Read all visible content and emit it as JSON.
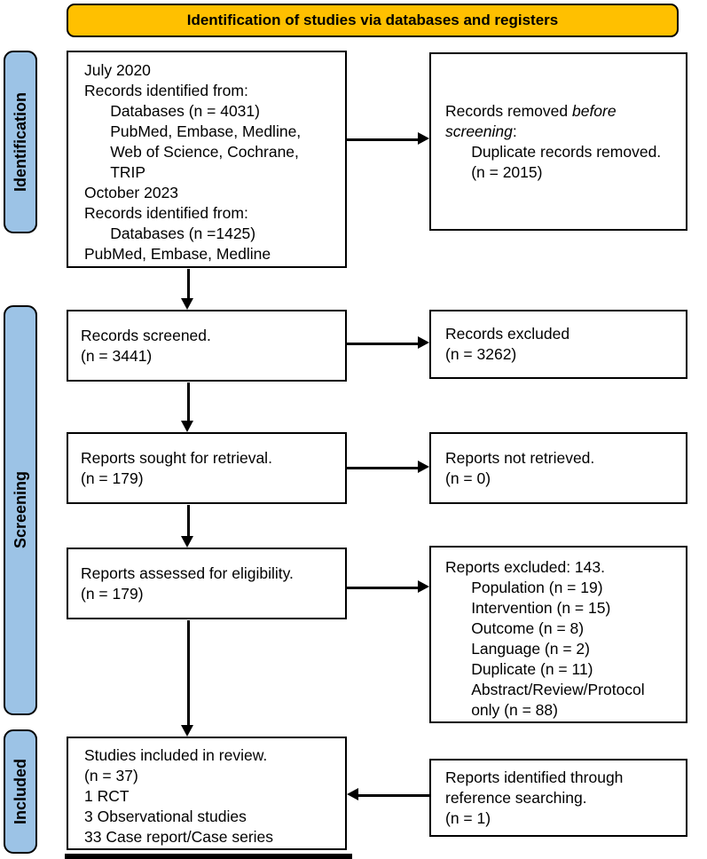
{
  "header": {
    "title": "Identification of studies via databases and registers"
  },
  "stages": {
    "identification": "Identification",
    "screening": "Screening",
    "included": "Included"
  },
  "boxes": {
    "identified": {
      "text": "July 2020\nRecords identified from:\n      Databases (n = 4031)\n      PubMed, Embase, Medline,\n      Web of Science, Cochrane,\n      TRIP\nOctober 2023\nRecords identified from:\n      Databases (n =1425)\nPubMed, Embase, Medline"
    },
    "removed": {
      "prefix": "Records removed ",
      "italic": "before screening",
      "suffix": ":",
      "detail": "      Duplicate records removed.\n      (n = 2015)"
    },
    "screened": {
      "text": "Records screened.\n(n = 3441)"
    },
    "excluded": {
      "text": "Records excluded\n(n = 3262)"
    },
    "sought": {
      "text": "Reports sought for retrieval.\n(n = 179)"
    },
    "not_retrieved": {
      "text": "Reports not retrieved.\n(n = 0)"
    },
    "assessed": {
      "text": "Reports assessed for eligibility.\n(n = 179)"
    },
    "reports_excluded": {
      "text": "Reports excluded: 143.\n      Population (n = 19)\n      Intervention (n = 15)\n      Outcome (n = 8)\n      Language (n = 2)\n      Duplicate (n = 11)\n      Abstract/Review/Protocol\n      only (n = 88)"
    },
    "included_studies": {
      "text": "Studies included in review.\n(n = 37)\n1 RCT\n3 Observational studies\n33 Case report/Case series"
    },
    "reference": {
      "text": "Reports identified through\nreference searching.\n(n = 1)"
    }
  },
  "colors": {
    "banner_bg": "#FFC000",
    "stage_bg": "#9CC3E6",
    "border": "#000000"
  }
}
